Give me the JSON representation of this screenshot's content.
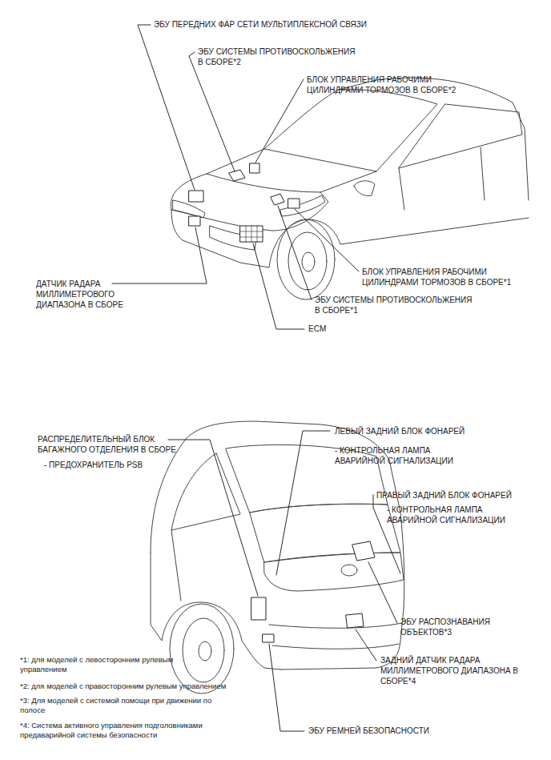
{
  "diagram": {
    "labels": [
      "ЭБУ ПЕРЕДНИХ ФАР СЕТИ МУЛЬТИПЛЕКСНОЙ СВЯЗИ",
      "ЭБУ СИСТЕМЫ ПРОТИВОСКОЛЬЖЕНИЯ В СБОРЕ*2",
      "БЛОК УПРАВЛЕНИЯ РАБОЧИМИ ЦИЛИНДРАМИ ТОРМОЗОВ В СБОРЕ*2",
      "ДАТЧИК РАДАРА МИЛЛИМЕТРОВОГО ДИАПАЗОНА В СБОРЕ",
      "БЛОК УПРАВЛЕНИЯ РАБОЧИМИ ЦИЛИНДРАМИ ТОРМОЗОВ В СБОРЕ*1",
      "ЭБУ СИСТЕМЫ ПРОТИВОСКОЛЬЖЕНИЯ В СБОРЕ*1",
      "ECM",
      "РАСПРЕДЕЛИТЕЛЬНЫЙ БЛОК БАГАЖНОГО ОТДЕЛЕНИЯ В СБОРЕ",
      "- ПРЕДОХРАНИТЕЛЬ PSB",
      "ЛЕВЫЙ ЗАДНИЙ БЛОК ФОНАРЕЙ",
      "- КОНТРОЛЬНАЯ ЛАМПА АВАРИЙНОЙ СИГНАЛИЗАЦИИ",
      "ПРАВЫЙ ЗАДНИЙ БЛОК ФОНАРЕЙ",
      "- КОНТРОЛЬНАЯ ЛАМПА АВАРИЙНОЙ СИГНАЛИЗАЦИИ",
      "ЭБУ РАСПОЗНАВАНИЯ ОБЪЕКТОВ*3",
      "ЗАДНИЙ ДАТЧИК РАДАРА МИЛЛИМЕТРОВОГО ДИАПАЗОНА В СБОРЕ*4",
      "ЭБУ РЕМНЕЙ БЕЗОПАСНОСТИ",
      "*1: для моделей с левосторонним рулевым управлением",
      "*2: для моделей с правосторонним рулевым управлением",
      "*3: Для моделей с системой помощи при движении по полосе",
      "*4: Система активного управления подголовниками предаварийной системы безопасности"
    ]
  }
}
